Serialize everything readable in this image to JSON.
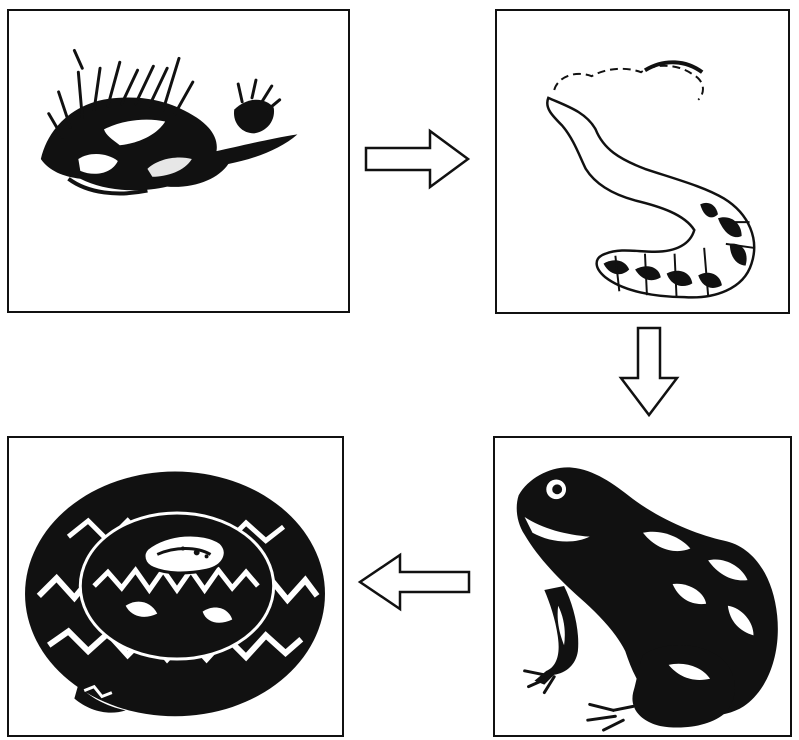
{
  "diagram": {
    "nodes": [
      {
        "id": "p1",
        "icon": "dead-bird-icon"
      },
      {
        "id": "p2",
        "icon": "maggot-icon"
      },
      {
        "id": "p3",
        "icon": "frog-icon"
      },
      {
        "id": "p4",
        "icon": "snake-icon"
      }
    ],
    "edges": [
      {
        "from": "p1",
        "to": "p2",
        "direction": "right"
      },
      {
        "from": "p2",
        "to": "p3",
        "direction": "down"
      },
      {
        "from": "p3",
        "to": "p4",
        "direction": "left"
      }
    ],
    "colors": {
      "ink": "#111111",
      "paper": "#ffffff"
    }
  }
}
